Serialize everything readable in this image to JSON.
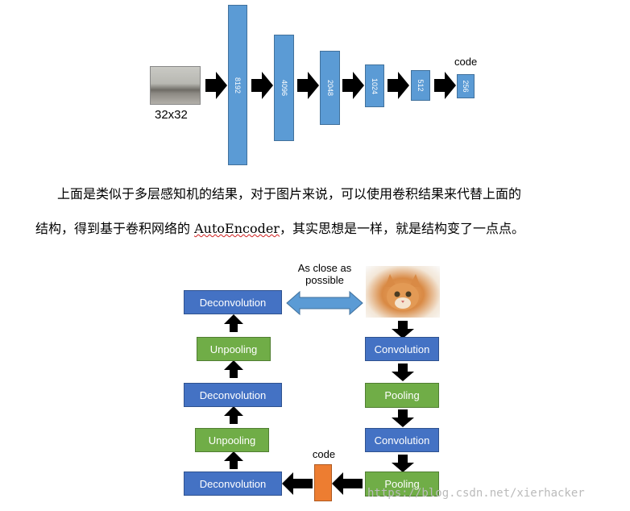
{
  "encoder_diagram": {
    "input_label": "32x32",
    "layers": [
      "8192",
      "4096",
      "2048",
      "1024",
      "512",
      "256"
    ],
    "code_label": "code"
  },
  "paragraph": {
    "line1": "上面是类似于多层感知机的结果，对于图片来说，可以使用卷积结果来代替上面的",
    "line2_prefix": "结构，得到基于卷积网络的 ",
    "line2_term": "AutoEncoder",
    "line2_suffix": "，其实思想是一样，就是结构变了一点点。"
  },
  "conv_diagram": {
    "close_label": "As close as possible",
    "right_column": [
      "Convolution",
      "Pooling",
      "Convolution",
      "Pooling"
    ],
    "left_column": [
      "Deconvolution",
      "Unpooling",
      "Deconvolution",
      "Unpooling",
      "Deconvolution"
    ],
    "code_label": "code",
    "colors": {
      "blue": "#4472c4",
      "green": "#70ad47",
      "orange": "#ed7d31",
      "arrow": "#5b9bd5"
    }
  },
  "watermark": "https://blog.csdn.net/xierhacker"
}
